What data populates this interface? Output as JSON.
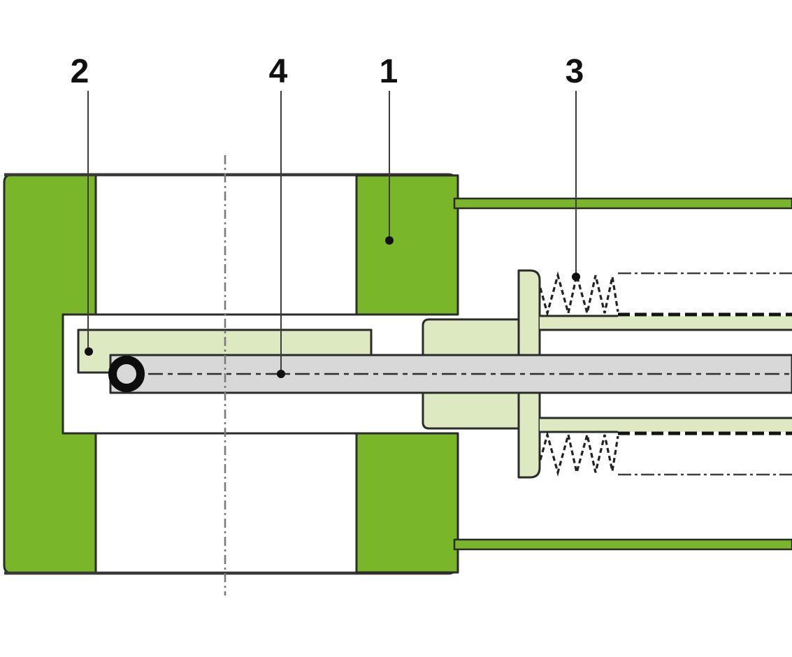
{
  "diagram": {
    "type": "technical cross-section",
    "callouts": [
      {
        "id": "callout-2",
        "label": "2"
      },
      {
        "id": "callout-4",
        "label": "4"
      },
      {
        "id": "callout-1",
        "label": "1"
      },
      {
        "id": "callout-3",
        "label": "3"
      }
    ],
    "colors": {
      "housing_green": "#7ab629",
      "component_pale_green": "#dde9c0",
      "rod_gray": "#d8d8d8",
      "oring_inner_gray": "#d8d8d8",
      "outline_dark": "#2b2b2b",
      "background": "#ffffff"
    }
  }
}
